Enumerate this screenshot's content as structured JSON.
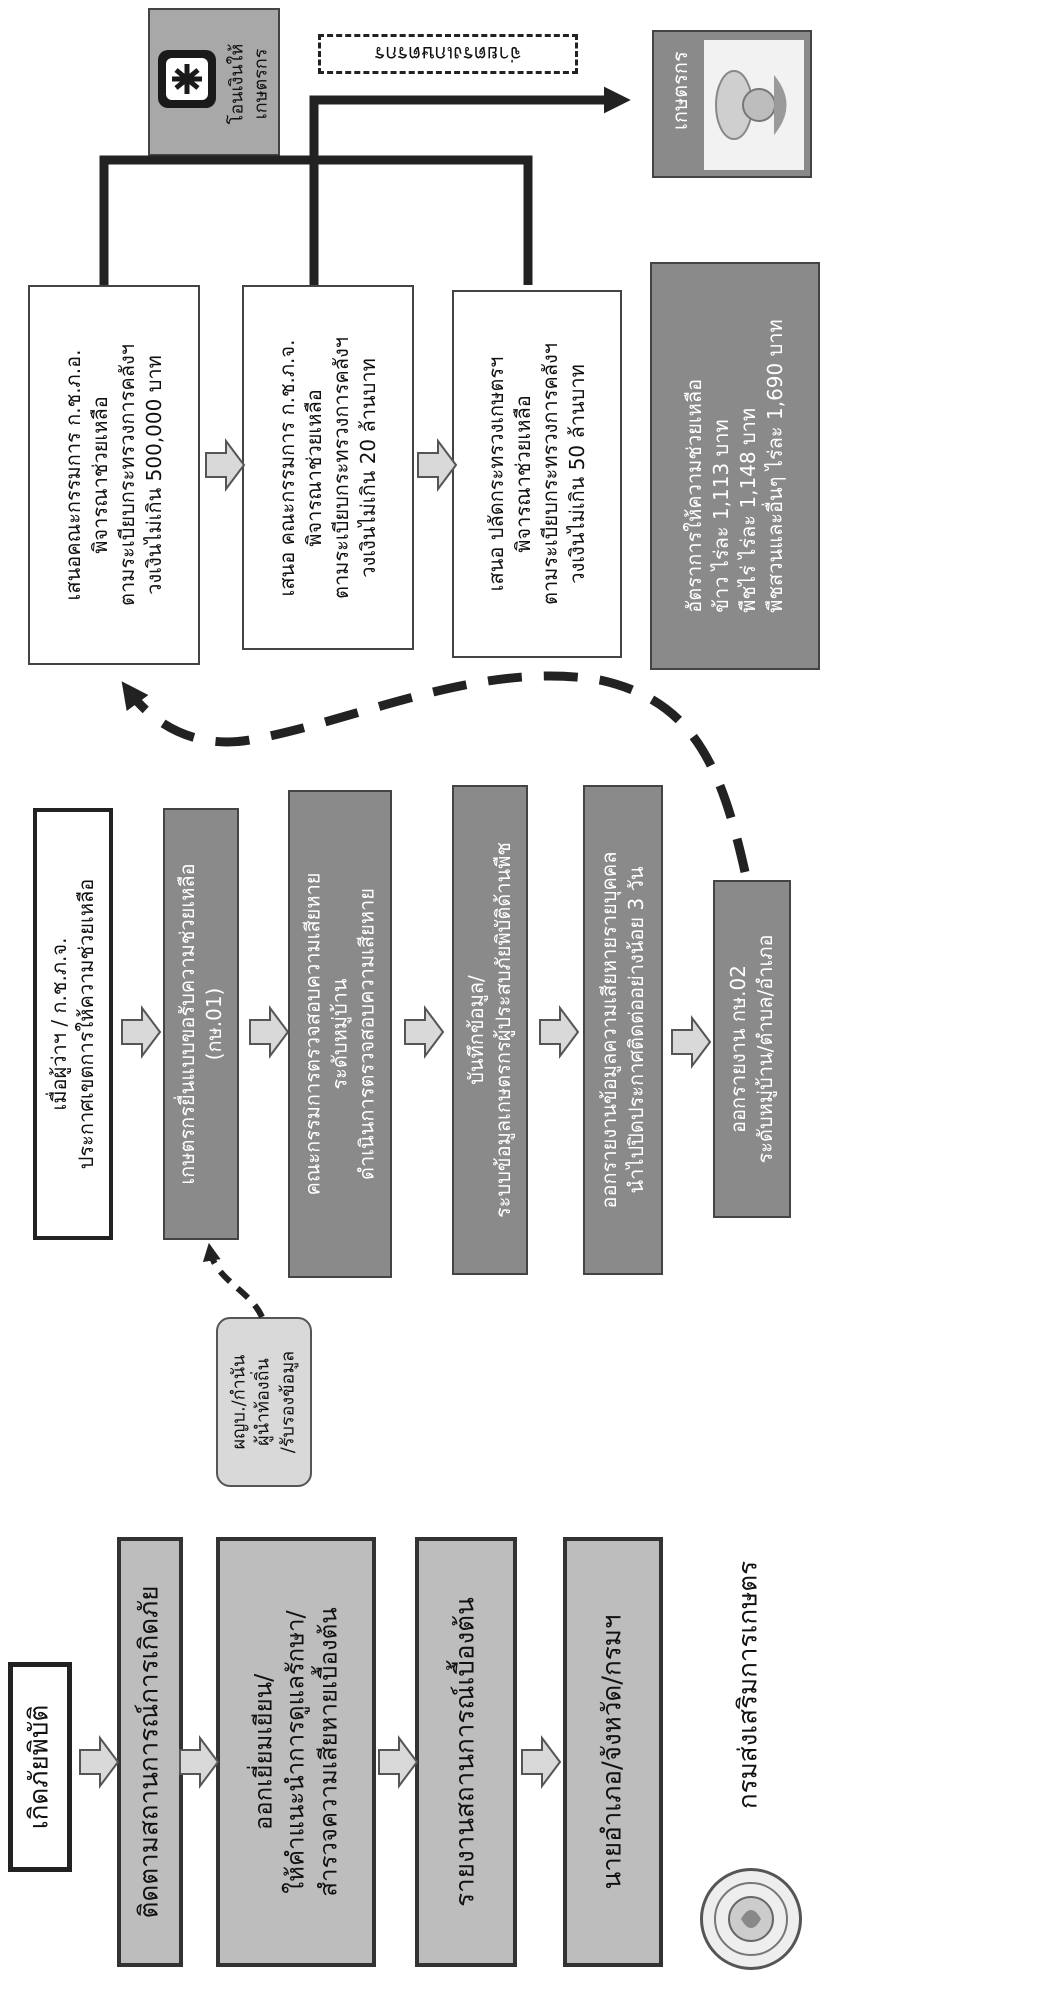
{
  "left_column": {
    "start": "เกิดภัยพิบัติ",
    "monitor": "ติดตามสถานการณ์การเกิดภัย",
    "visit": [
      "ออกเยี่ยมเยียน/",
      "ให้คำแนะนำการดูแลรักษา/",
      "สำรวจความเสียหายเบื้องต้น"
    ],
    "report": "รายงานสถานการณ์เบื้องต้น",
    "officials": "นายอำเภอ/จังหวัด/กรมฯ"
  },
  "middle_column": {
    "declare": [
      "เมื่อผู้ว่าฯ / ก.ช.ภ.จ.",
      "ประกาศเขตการให้ความช่วยเหลือ"
    ],
    "apply": [
      "เกษตรกรยื่นแบบขอรับความช่วยเหลือ",
      "(กษ.01)"
    ],
    "committee": [
      "คณะกรรมการตรวจสอบความเสียหาย",
      "ระดับหมู่บ้าน",
      "ดำเนินการตรวจสอบความเสียหาย"
    ],
    "record": [
      "บันทึกข้อมูล/",
      "ระบบข้อมูลเกษตรกรผู้ประสบภัยพิบัติด้านพืช"
    ],
    "list": [
      "ออกรายงานข้อมูลความเสียหายรายบุคคล",
      "นำไปปิดประกาศติดต่ออย่างน้อย 3 วัน"
    ],
    "form02": [
      "ออกรายงาน  กษ.02",
      "ระดับหมู่บ้าน/ตำบล/อำเภอ"
    ],
    "certify": [
      "ผญบ./กำนัน",
      "ผู้นำท้องถิ่น",
      "/รับรองข้อมูล"
    ]
  },
  "right_column": {
    "district": [
      "เสนอคณะกรรมการ ก.ช.ภ.อ.",
      "พิจารณาช่วยเหลือ",
      "ตามระเบียบกระทรวงการคลังฯ",
      "วงเงินไม่เกิน 500,000 บาท"
    ],
    "province": [
      "เสนอ คณะกรรมการ ก.ช.ภ.จ.",
      "พิจารณาช่วยเหลือ",
      "ตามระเบียบกระทรวงการคลังฯ",
      "วงเงินไม่เกิน 20 ล้านบาท"
    ],
    "ministry": [
      "เสนอ ปลัดกระทรวงเกษตรฯ",
      "พิจารณาช่วยเหลือ",
      "ตามระเบียบกระทรวงการคลังฯ",
      "วงเงินไม่เกิน 50 ล้านบาท"
    ],
    "rates": [
      "อัตราการให้ความช่วยเหลือ",
      "ข้าว      ไร่ละ  1,113 บาท",
      "พืชไร่    ไร่ละ  1,148 บาท",
      "พืชสวนและอื่นๆ ไร่ละ  1,690 บาท"
    ],
    "transfer": [
      "โอนเงินให้",
      "เกษตรกร"
    ],
    "direct": "จ่ายตรงเกษตรกร",
    "farmer": "เกษตรกร"
  },
  "footer": {
    "org": "กรมส่งเสริมการเกษตร"
  },
  "colors": {
    "grey_box": "#8a8a8a",
    "arrow_fill": "#d9d9d9",
    "line": "#222222"
  }
}
